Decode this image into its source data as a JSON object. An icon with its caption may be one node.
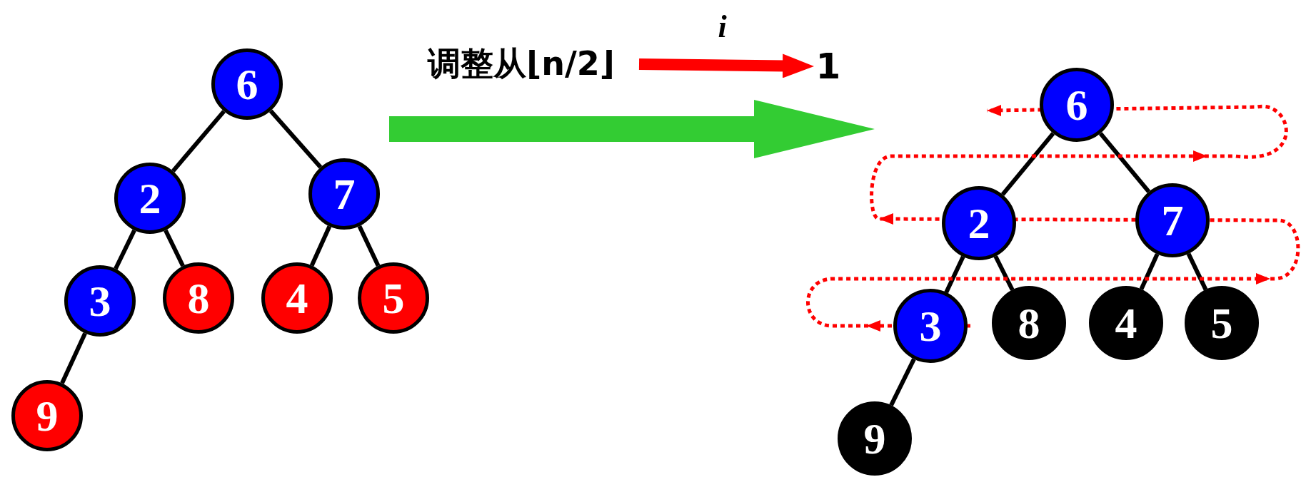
{
  "diagram": {
    "nodes": [
      {
        "text": [
          "6"
        ]
      },
      {
        "text": [
          "2"
        ]
      },
      {
        "text": [
          "7"
        ]
      },
      {
        "text": [
          "3"
        ]
      },
      {
        "text": [
          "8"
        ]
      },
      {
        "text": [
          "4"
        ]
      },
      {
        "text": [
          "5"
        ]
      },
      {
        "text": [
          "9"
        ]
      },
      {
        "text": [
          "调整从⌊n/2⌋"
        ]
      },
      {
        "text": [
          "1"
        ]
      },
      {
        "text": [
          "6"
        ]
      },
      {
        "text": [
          "2"
        ]
      },
      {
        "text": [
          "7"
        ]
      },
      {
        "text": [
          "3"
        ]
      },
      {
        "text": [
          "8"
        ]
      },
      {
        "text": [
          "4"
        ]
      },
      {
        "text": [
          "5"
        ]
      },
      {
        "text": [
          "9"
        ]
      }
    ],
    "edges": [
      {
        "from": 0,
        "to": 1,
        "arrow": "none"
      },
      {
        "from": 0,
        "to": 2,
        "arrow": "none"
      },
      {
        "from": 1,
        "to": 3,
        "arrow": "none"
      },
      {
        "from": 1,
        "to": 4,
        "arrow": "none"
      },
      {
        "from": 2,
        "to": 5,
        "arrow": "none"
      },
      {
        "from": 2,
        "to": 6,
        "arrow": "none"
      },
      {
        "from": 3,
        "to": 7,
        "arrow": "none"
      },
      {
        "from": 8,
        "to": 9,
        "arrow": "to",
        "label": "i",
        "style": "thick",
        "color": "#ff0000"
      },
      {
        "from": 10,
        "to": 11,
        "arrow": "none"
      },
      {
        "from": 10,
        "to": 12,
        "arrow": "none"
      },
      {
        "from": 11,
        "to": 13,
        "arrow": "none"
      },
      {
        "from": 11,
        "to": 14,
        "arrow": "none"
      },
      {
        "from": 12,
        "to": 15,
        "arrow": "none"
      },
      {
        "from": 12,
        "to": 16,
        "arrow": "none"
      },
      {
        "from": 13,
        "to": 17,
        "arrow": "none"
      }
    ]
  }
}
